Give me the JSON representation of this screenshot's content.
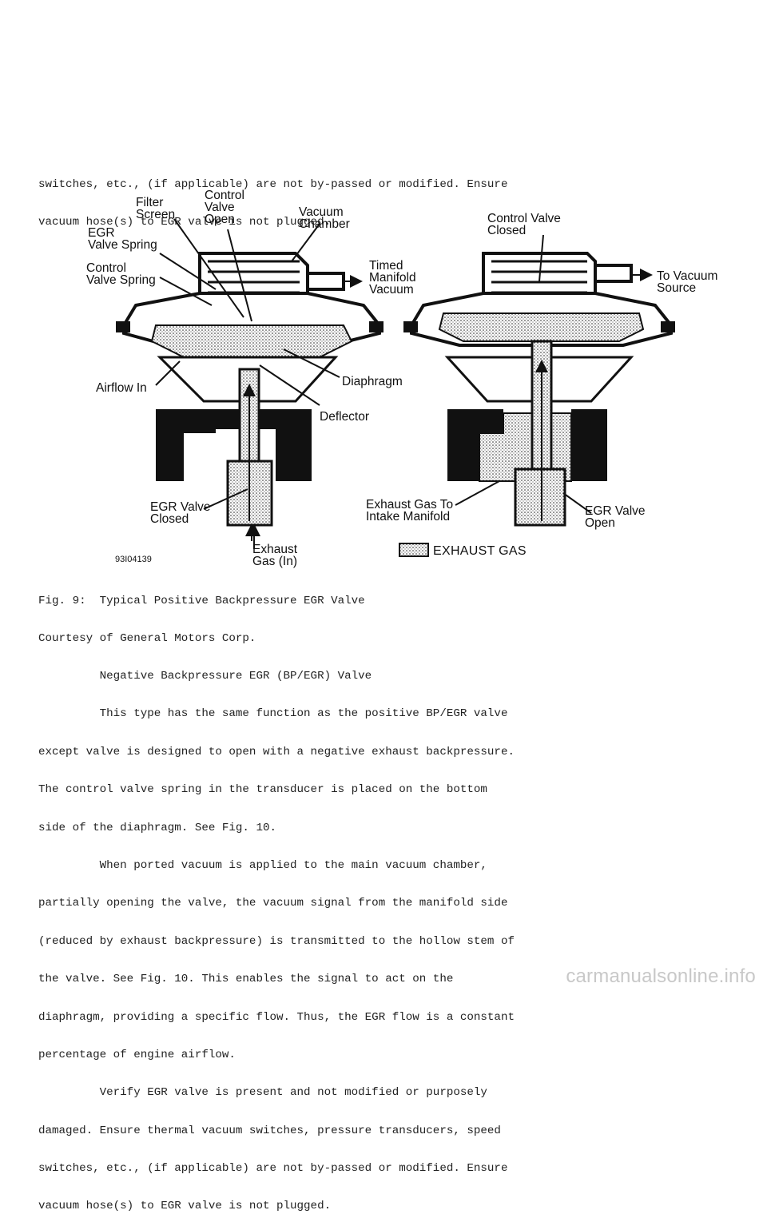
{
  "top_text": [
    "switches, etc., (if applicable) are not by-passed or modified. Ensure",
    "vacuum hose(s) to EGR valve is not plugged."
  ],
  "figure": {
    "labels": {
      "filter_screen": "Filter\nScreen",
      "control_valve_open": "Control\nValve\nOpen",
      "vacuum_chamber": "Vacuum\nChamber",
      "egr_valve_spring": "EGR\nValve Spring",
      "control_valve_spring": "Control\nValve Spring",
      "timed_manifold_vacuum": "Timed\nManifold\nVacuum",
      "airflow_in": "Airflow In",
      "diaphragm": "Diaphragm",
      "deflector": "Deflector",
      "egr_valve_closed": "EGR Valve\nClosed",
      "exhaust_gas_in": "Exhaust\nGas (In)",
      "figure_id": "93I04139",
      "control_valve_closed": "Control Valve\nClosed",
      "to_vacuum_source": "To Vacuum\nSource",
      "exhaust_gas_to_intake": "Exhaust Gas To\nIntake Manifold",
      "egr_valve_open": "EGR Valve\nOpen",
      "legend_exhaust_gas": "EXHAUST GAS"
    }
  },
  "caption": [
    "Fig. 9:  Typical Positive Backpressure EGR Valve",
    "Courtesy of General Motors Corp."
  ],
  "body_text": [
    "",
    "         Negative Backpressure EGR (BP/EGR) Valve",
    "         This type has the same function as the positive BP/EGR valve",
    "except valve is designed to open with a negative exhaust backpressure.",
    "The control valve spring in the transducer is placed on the bottom",
    "side of the diaphragm. See Fig. 10.",
    "         When ported vacuum is applied to the main vacuum chamber,",
    "partially opening the valve, the vacuum signal from the manifold side",
    "(reduced by exhaust backpressure) is transmitted to the hollow stem of",
    "the valve. See Fig. 10. This enables the signal to act on the",
    "diaphragm, providing a specific flow. Thus, the EGR flow is a constant",
    "percentage of engine airflow.",
    "         Verify EGR valve is present and not modified or purposely",
    "damaged. Ensure thermal vacuum switches, pressure transducers, speed",
    "switches, etc., (if applicable) are not by-passed or modified. Ensure",
    "vacuum hose(s) to EGR valve is not plugged."
  ],
  "footer": {
    "watermark": "carmanualsonline.info"
  }
}
